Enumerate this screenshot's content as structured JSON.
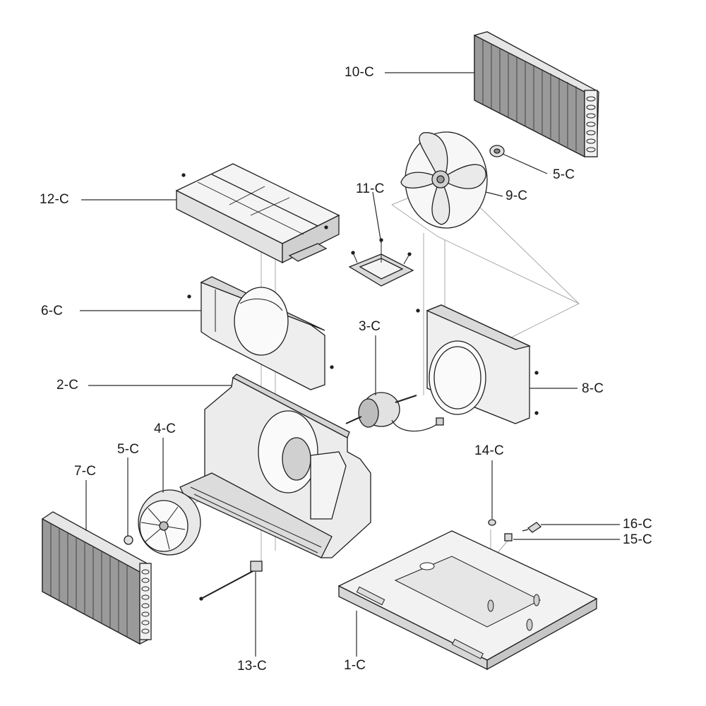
{
  "colors": {
    "line": "#1f1f1f",
    "fill_light": "#f2f2f2",
    "fill_mid": "#d9d9d9",
    "fill_dark": "#8a8a8a",
    "guide": "#9a9a9a"
  },
  "labels": {
    "l1c": "1-C",
    "l2c": "2-C",
    "l3c": "3-C",
    "l4c": "4-C",
    "l5c_top": "5-C",
    "l5c_left": "5-C",
    "l6c": "6-C",
    "l7c": "7-C",
    "l8c": "8-C",
    "l9c": "9-C",
    "l10c": "10-C",
    "l11c": "11-C",
    "l12c": "12-C",
    "l13c": "13-C",
    "l14c": "14-C",
    "l15c": "15-C",
    "l16c": "16-C"
  }
}
